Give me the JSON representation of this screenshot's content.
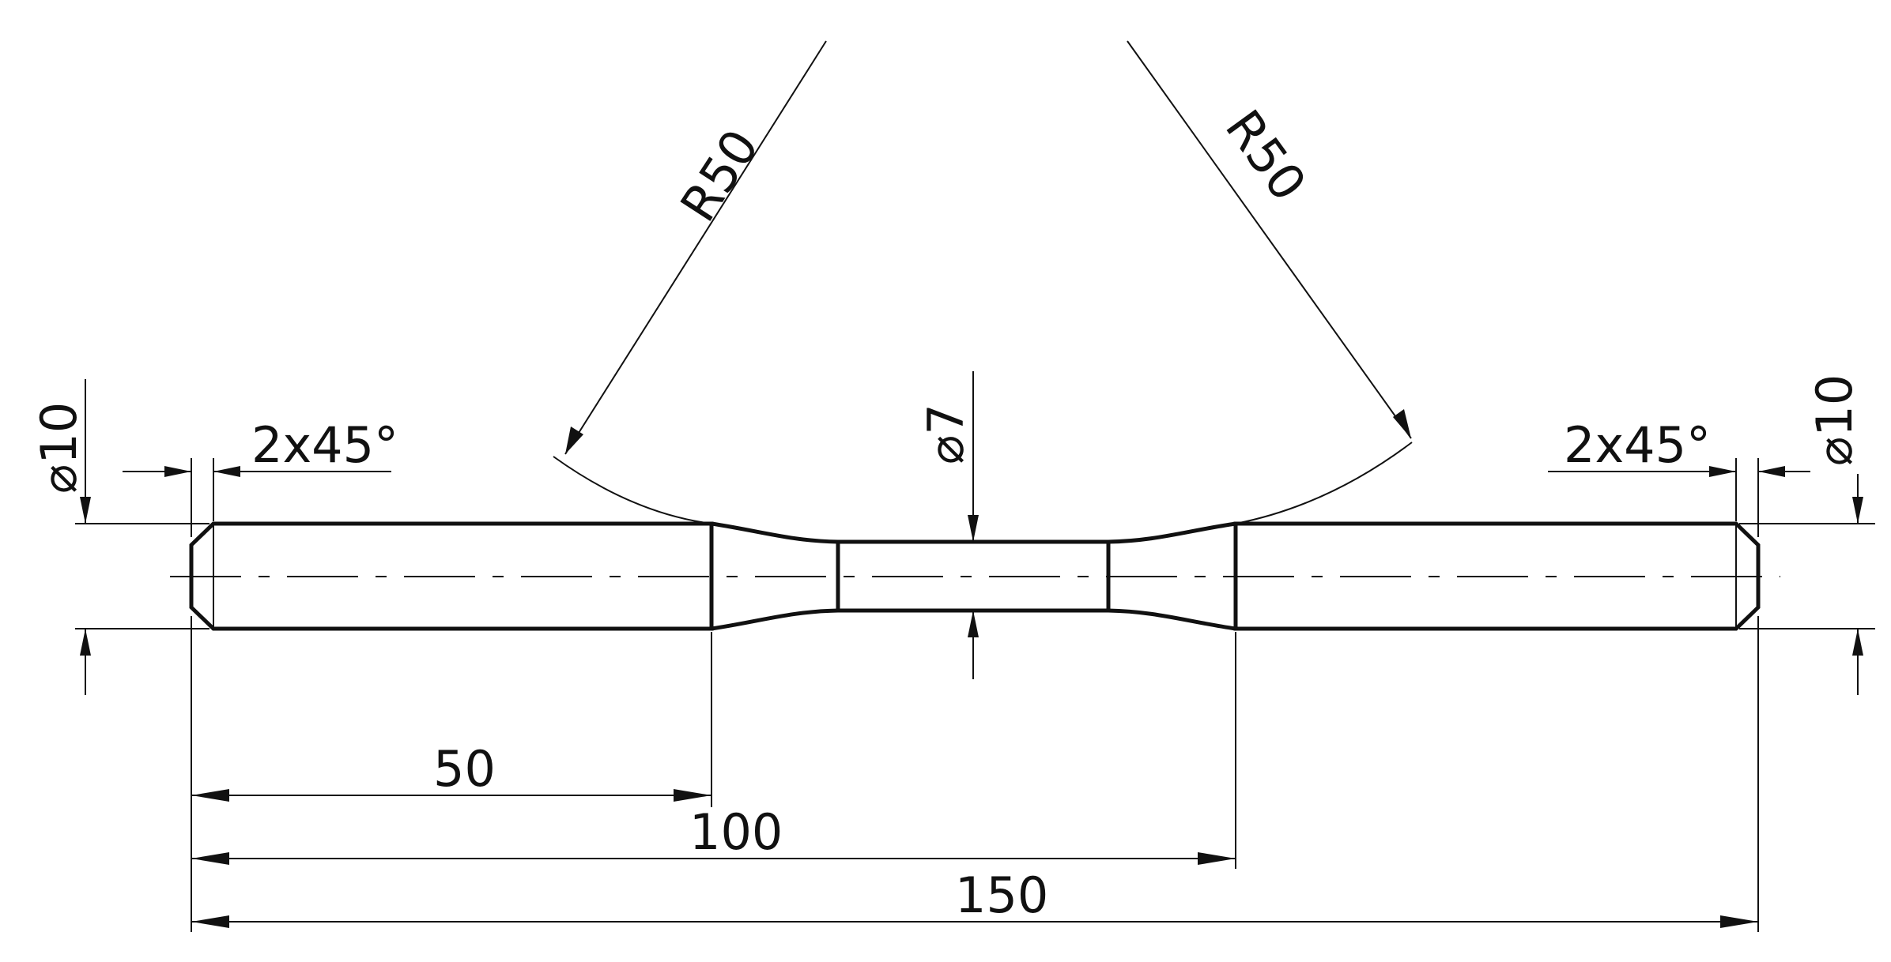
{
  "drawing": {
    "dimensions": {
      "radius_left": "R50",
      "radius_right": "R50",
      "chamfer_left": "2x45°",
      "chamfer_right": "2x45°",
      "diameter_left": "⌀10",
      "diameter_right": "⌀10",
      "diameter_center": "⌀7",
      "length_50": "50",
      "length_100": "100",
      "length_150": "150"
    }
  }
}
